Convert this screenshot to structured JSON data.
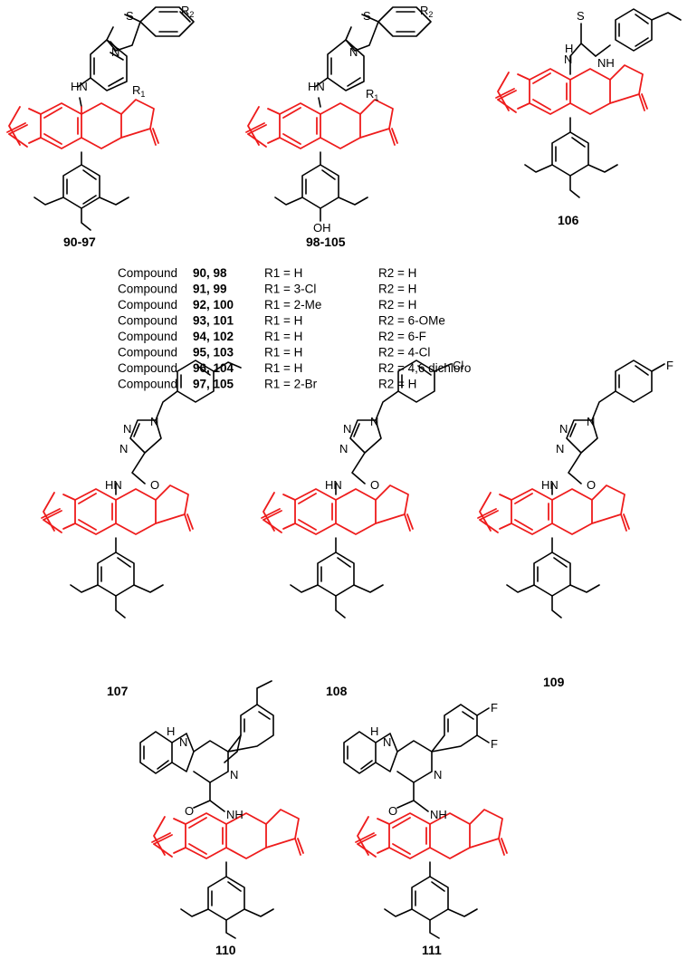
{
  "labels": {
    "s90": "90-97",
    "s98": "98-105",
    "s106": "106",
    "s107": "107",
    "s108": "108",
    "s109": "109",
    "s110": "110",
    "s111": "111"
  },
  "atoms": {
    "S": "S",
    "N": "N",
    "H": "H",
    "O": "O",
    "HN": "HN",
    "NH": "NH",
    "OH": "OH",
    "R1": "R",
    "R2": "R",
    "sub1": "1",
    "sub2": "2",
    "Cl": "Cl",
    "F": "F"
  },
  "table": {
    "rows": [
      {
        "word": "Compound",
        "ids": "90, 98",
        "r1": "R1 = H",
        "r2": "R2 = H"
      },
      {
        "word": "Compound",
        "ids": "91, 99",
        "r1": "R1 = 3-Cl",
        "r2": "R2 = H"
      },
      {
        "word": "Compound",
        "ids": "92, 100",
        "r1": "R1 = 2-Me",
        "r2": "R2 = H"
      },
      {
        "word": "Compound",
        "ids": "93, 101",
        "r1": "R1 = H",
        "r2": "R2 = 6-OMe"
      },
      {
        "word": "Compound",
        "ids": "94, 102",
        "r1": "R1 = H",
        "r2": "R2 = 6-F"
      },
      {
        "word": "Compound",
        "ids": "95, 103",
        "r1": "R1 = H",
        "r2": "R2 = 4-Cl"
      },
      {
        "word": "Compound",
        "ids": "96, 104",
        "r1": "R1 = H",
        "r2": "R2 = 4,6 dichloro"
      },
      {
        "word": "Compound",
        "ids": "97, 105",
        "r1": "R1 = 2-Br",
        "r2": "R2 = H"
      }
    ]
  },
  "colors": {
    "core": "#ee1c1c",
    "bond": "#000000"
  }
}
